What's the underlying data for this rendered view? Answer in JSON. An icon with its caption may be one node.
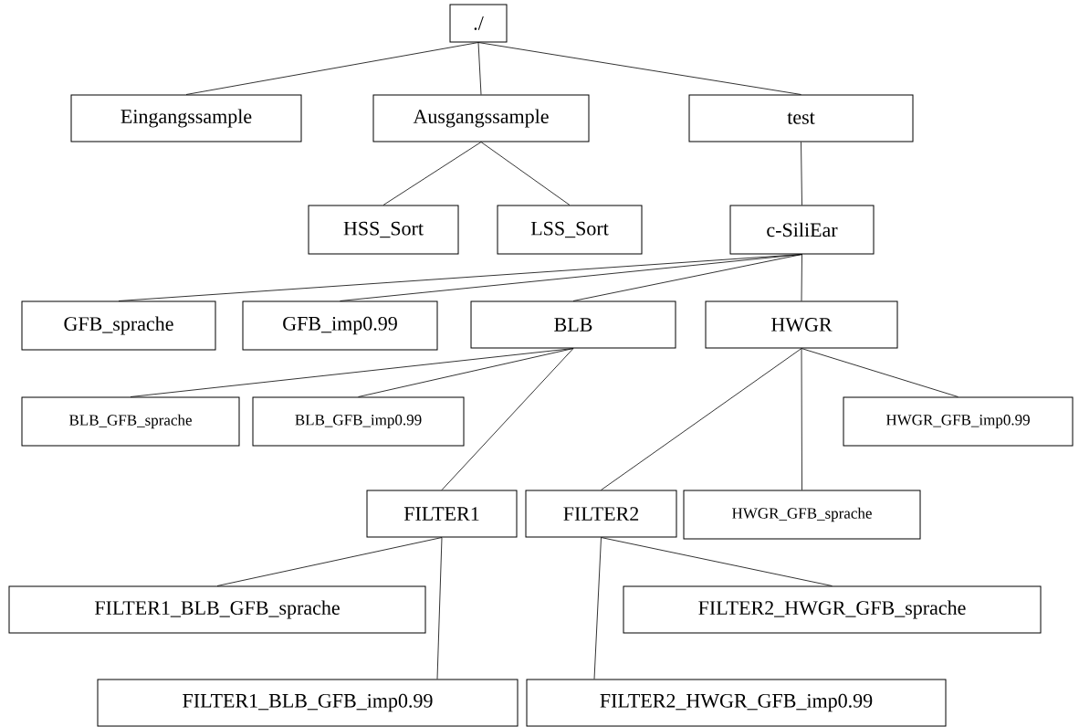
{
  "diagram": {
    "nodes": [
      {
        "text": [
          "./"
        ]
      },
      {
        "text": [
          "Eingangssample"
        ]
      },
      {
        "text": [
          "Ausgangssample"
        ]
      },
      {
        "text": [
          "test"
        ]
      },
      {
        "text": [
          "HSS_Sort"
        ]
      },
      {
        "text": [
          "LSS_Sort"
        ]
      },
      {
        "text": [
          "c-SiliEar"
        ]
      },
      {
        "text": [
          "GFB_sprache"
        ]
      },
      {
        "text": [
          "GFB_imp0.99"
        ]
      },
      {
        "text": [
          "BLB"
        ]
      },
      {
        "text": [
          "HWGR"
        ]
      },
      {
        "text": [
          "BLB_GFB_sprache"
        ]
      },
      {
        "text": [
          "BLB_GFB_imp0.99"
        ]
      },
      {
        "text": [
          "HWGR_GFB_imp0.99"
        ]
      },
      {
        "text": [
          "FILTER1"
        ]
      },
      {
        "text": [
          "FILTER2"
        ]
      },
      {
        "text": [
          "HWGR_GFB_sprache"
        ]
      },
      {
        "text": [
          "FILTER1_BLB_GFB_sprache"
        ]
      },
      {
        "text": [
          "FILTER2_HWGR_GFB_sprache"
        ]
      },
      {
        "text": [
          "FILTER1_BLB_GFB_imp0.99"
        ]
      },
      {
        "text": [
          "FILTER2_HWGR_GFB_imp0.99"
        ]
      }
    ],
    "edges": [
      {
        "from": 0,
        "to": 1,
        "arrow": "none"
      },
      {
        "from": 0,
        "to": 2,
        "arrow": "none"
      },
      {
        "from": 0,
        "to": 3,
        "arrow": "none"
      },
      {
        "from": 2,
        "to": 4,
        "arrow": "none"
      },
      {
        "from": 2,
        "to": 5,
        "arrow": "none"
      },
      {
        "from": 3,
        "to": 6,
        "arrow": "none"
      },
      {
        "from": 6,
        "to": 7,
        "arrow": "none"
      },
      {
        "from": 6,
        "to": 8,
        "arrow": "none"
      },
      {
        "from": 6,
        "to": 9,
        "arrow": "none"
      },
      {
        "from": 6,
        "to": 10,
        "arrow": "none"
      },
      {
        "from": 9,
        "to": 11,
        "arrow": "none"
      },
      {
        "from": 9,
        "to": 12,
        "arrow": "none"
      },
      {
        "from": 9,
        "to": 14,
        "arrow": "none"
      },
      {
        "from": 10,
        "to": 13,
        "arrow": "none"
      },
      {
        "from": 10,
        "to": 15,
        "arrow": "none"
      },
      {
        "from": 10,
        "to": 16,
        "arrow": "none"
      },
      {
        "from": 14,
        "to": 17,
        "arrow": "none"
      },
      {
        "from": 14,
        "to": 19,
        "arrow": "none"
      },
      {
        "from": 15,
        "to": 18,
        "arrow": "none"
      },
      {
        "from": 15,
        "to": 20,
        "arrow": "none"
      }
    ]
  }
}
